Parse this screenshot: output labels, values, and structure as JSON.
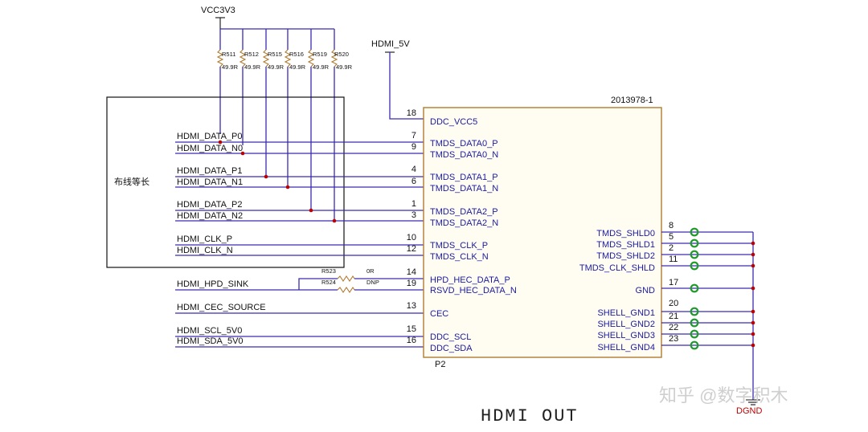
{
  "power": {
    "vcc": "VCC3V3",
    "hdmi5v": "HDMI_5V",
    "ground": "DGND"
  },
  "resistors": [
    {
      "ref": "R511",
      "value": "49.9R"
    },
    {
      "ref": "R512",
      "value": "49.9R"
    },
    {
      "ref": "R515",
      "value": "49.9R"
    },
    {
      "ref": "R516",
      "value": "49.9R"
    },
    {
      "ref": "R519",
      "value": "49.9R"
    },
    {
      "ref": "R520",
      "value": "49.9R"
    }
  ],
  "routing_box_label": "布线等长",
  "signals": [
    "HDMI_DATA_P0",
    "HDMI_DATA_N0",
    "HDMI_DATA_P1",
    "HDMI_DATA_N1",
    "HDMI_DATA_P2",
    "HDMI_DATA_N2",
    "HDMI_CLK_P",
    "HDMI_CLK_N",
    "HDMI_HPD_SINK",
    "HDMI_CEC_SOURCE",
    "HDMI_SCL_5V0",
    "HDMI_SDA_5V0"
  ],
  "hpd_resistors": [
    {
      "ref": "R523",
      "value": "0R"
    },
    {
      "ref": "R524",
      "value": "DNP"
    }
  ],
  "connector": {
    "part": "2013978-1",
    "ref": "P2",
    "left_pins": [
      {
        "num": "18",
        "name": "DDC_VCC5"
      },
      {
        "num": "7",
        "name": "TMDS_DATA0_P"
      },
      {
        "num": "9",
        "name": "TMDS_DATA0_N"
      },
      {
        "num": "4",
        "name": "TMDS_DATA1_P"
      },
      {
        "num": "6",
        "name": "TMDS_DATA1_N"
      },
      {
        "num": "1",
        "name": "TMDS_DATA2_P"
      },
      {
        "num": "3",
        "name": "TMDS_DATA2_N"
      },
      {
        "num": "10",
        "name": "TMDS_CLK_P"
      },
      {
        "num": "12",
        "name": "TMDS_CLK_N"
      },
      {
        "num": "14",
        "name": "HPD_HEC_DATA_P"
      },
      {
        "num": "19",
        "name": "RSVD_HEC_DATA_N"
      },
      {
        "num": "13",
        "name": "CEC"
      },
      {
        "num": "15",
        "name": "DDC_SCL"
      },
      {
        "num": "16",
        "name": "DDC_SDA"
      }
    ],
    "right_pins": [
      {
        "num": "8",
        "name": "TMDS_SHLD0"
      },
      {
        "num": "5",
        "name": "TMDS_SHLD1"
      },
      {
        "num": "2",
        "name": "TMDS_SHLD2"
      },
      {
        "num": "11",
        "name": "TMDS_CLK_SHLD"
      },
      {
        "num": "17",
        "name": "GND"
      },
      {
        "num": "20",
        "name": "SHELL_GND1"
      },
      {
        "num": "21",
        "name": "SHELL_GND2"
      },
      {
        "num": "22",
        "name": "SHELL_GND3"
      },
      {
        "num": "23",
        "name": "SHELL_GND4"
      }
    ]
  },
  "title": "HDMI OUT",
  "watermark": "知乎 @数字积木"
}
